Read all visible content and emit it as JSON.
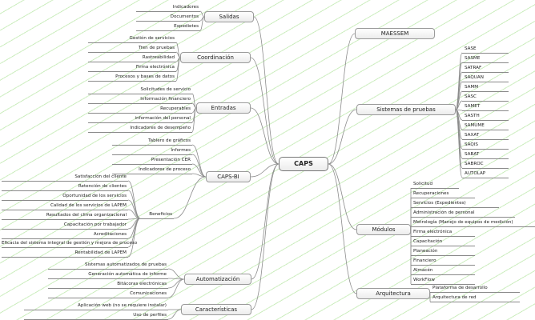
{
  "root": "CAPS",
  "salidas": {
    "label": "Salidas",
    "items": [
      "Indicadores",
      "Documentos",
      "Expedietes"
    ]
  },
  "coordinacion": {
    "label": "Coordinación",
    "items": [
      "Gestión de servicios",
      "Tren de pruebas",
      "Rastreabilidad",
      "Firma electrónica",
      "Procesos y bases de datos"
    ]
  },
  "entradas": {
    "label": "Entradas",
    "items": [
      "Solicitudes de servicio",
      "Información financiero",
      "Recuperables",
      "información del personal",
      "Indicadores de desempeño"
    ]
  },
  "capsbi": {
    "label": "CAPS-BI",
    "items": [
      "Tablero de gráficos",
      "Informes",
      "Presentación CER",
      "Indicadores de proceso",
      "Beneficios"
    ],
    "beneficios": [
      "Satisfacción del cliente",
      "Retención de clientes",
      "Oportunidad de los servicios",
      "Calidad de los servicios de LAPEM",
      "Resultados del clima organizacional",
      "Capacitación por trabajador",
      "Acreditaciones",
      "Eficacia del sistema integral de gestión y mejora de proceso",
      "Rentabilidad de LAPEM"
    ]
  },
  "automatizacion": {
    "label": "Automatización",
    "items": [
      "Sistemas automatizados de pruebas",
      "Generación automática de informe",
      "Bitácoras electrónicas",
      "Comunicaciones"
    ]
  },
  "caracteristicas": {
    "label": "Características",
    "items": [
      "Aplicación web (no se requiere instalar)",
      "Uso de perfiles"
    ]
  },
  "maessem": {
    "label": "MAESSEM"
  },
  "sistemas": {
    "label": "Sistemas de pruebas",
    "items": [
      "SASE",
      "SASME",
      "SATRAF",
      "SAQUAN",
      "SAMM",
      "SASC",
      "SAMET",
      "SASTH",
      "SAMUME",
      "SAXAT",
      "SAQIS",
      "SABAT",
      "SABROC",
      "AUTOLAP"
    ]
  },
  "modulos": {
    "label": "Módulos",
    "items": [
      "Solicitud",
      "Recuperaciones",
      "Servicios (Expedientes)",
      "Administración de personal",
      "Metrología (Manejo de equipos de medición)",
      "Firma electrónica",
      "Capacitación",
      "Planeación",
      "Financiero",
      "Almacén",
      "WorkFlow"
    ]
  },
  "arquitectura": {
    "label": "Arquitectura",
    "items": [
      "Plataforma de desarrollo",
      "Arquitectura de red"
    ]
  }
}
